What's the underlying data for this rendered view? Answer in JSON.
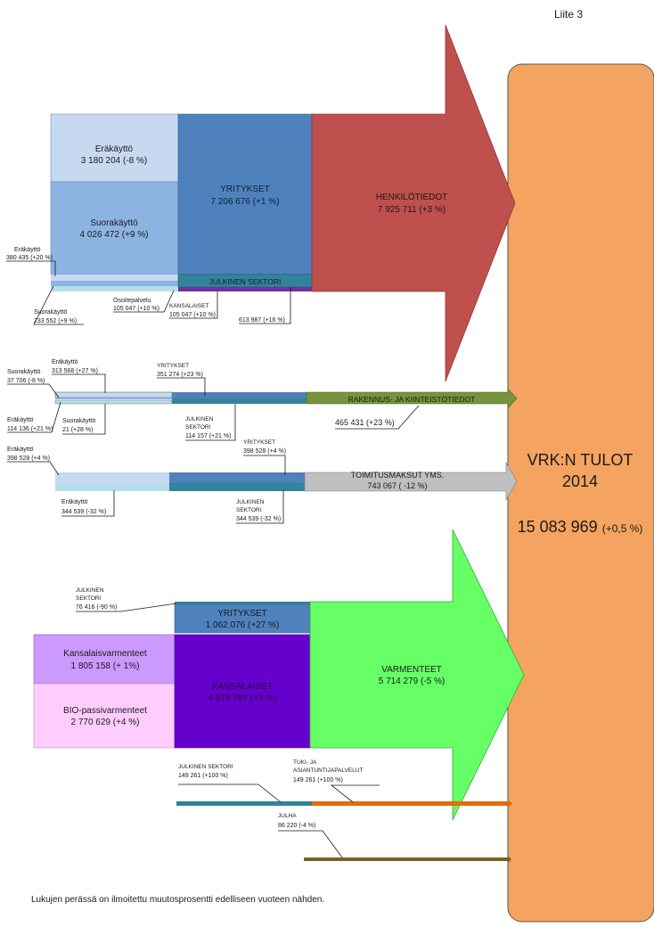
{
  "page_label": "Liite 3",
  "total": {
    "title_line1": "VRK:N TULOT",
    "title_line2": "2014",
    "value": "15 083 969",
    "change": "(+0,5 %)"
  },
  "footnote": "Lukujen perässä on ilmoitettu muutosprosentti edelliseen vuoteen nähden.",
  "henkilotiedot": {
    "erakaytto_name": "Eräkäyttö",
    "erakaytto_value": "3 180 204 (-8 %)",
    "suorakaytto_name": "Suorakäyttö",
    "suorakaytto_value": "4 026 472 (+9 %)",
    "yritykset_name": "YRITYKSET",
    "yritykset_value": "7 206 676 (+1 %)",
    "julkinen_label": "JULKINEN SEKTORI",
    "arrow_name": "HENKILÖTIEDOT",
    "arrow_value": "7 925 711 (+3 %)",
    "small_erakaytto_name": "Eräkäyttö",
    "small_erakaytto_value": "380 435 (+20 %)",
    "small_suorakaytto_name": "Suorakäyttö",
    "small_suorakaytto_value": "233 552 (+9 %)",
    "osoitepalvelu_name": "Osoitepalvelu",
    "osoitepalvelu_value": "105 047 (+10 %)",
    "kansalaiset_name": "KANSALAISET",
    "kansalaiset_value": "105 047 (+10 %)",
    "julkinen_value": "613 987 (+16 %)"
  },
  "rakennus": {
    "erakaytto_name": "Eräkäyttö",
    "erakaytto_value": "313 568 (+27 %)",
    "suorakaytto_name": "Suorakäyttö",
    "suorakaytto_value": "37 706 (-8 %)",
    "yritykset_name": "YRITYKSET",
    "yritykset_value": "351 274 (+23 %)",
    "erakaytto2_name": "Eräkäyttö",
    "erakaytto2_value": "114 136 (+21 %)",
    "suorakaytto2_name": "Suorakäyttö",
    "suorakaytto2_value": "21 (+28 %)",
    "julkinen_l1": "JULKINEN",
    "julkinen_l2": "SEKTORI",
    "julkinen_value": "114 157 (+21 %)",
    "arrow_name": "RAKENNUS- JA KIINTEISTÖTIEDOT",
    "arrow_value": "465 431 (+23 %)"
  },
  "toimitus": {
    "erakaytto_name": "Eräkäyttö",
    "erakaytto_value": "398 528 (+4 %)",
    "yritykset_name": "YRITYKSET",
    "yritykset_value": "398 528 (+4 %)",
    "arrow_name": "TOIMITUSMAKSUT YMS.",
    "arrow_value": "743 067 ( -12 %)",
    "erakaytto2_name": "Eräkäyttö",
    "erakaytto2_value": "344 539 (-32 %)",
    "julkinen_l1": "JULKINEN",
    "julkinen_l2": "SEKTORI",
    "julkinen_value": "344 539 (-32 %)"
  },
  "varmenteet": {
    "julkinen_l1": "JULKINEN",
    "julkinen_l2": "SEKTORI",
    "julkinen_value": "76 416 (-90 %)",
    "yritykset_name": "YRITYKSET",
    "yritykset_value": "1 062 076 (+27 %)",
    "kansalaisvarmenteet_name": "Kansalaisvarmenteet",
    "kansalaisvarmenteet_value": "1 805 158 (+ 1%)",
    "bio_name": "BIO-passivarmenteet",
    "bio_value": "2 770 629 (+4 %)",
    "kansalaiset_name": "KANSALAISET",
    "kansalaiset_value": "4 575 787 (+3 %)",
    "arrow_name": "VARMENTEET",
    "arrow_value": "5 714 279 (-5 %)"
  },
  "tuki": {
    "julkinen_name": "JULKINEN SEKTORI",
    "julkinen_value": "149 261 (+100 %)",
    "tuki_l1": "TUKI- JA",
    "tuki_l2": "ASIANTUNTIJAPALVELUT",
    "tuki_value": "149 261 (+100 %)"
  },
  "julha": {
    "name": "JULHA",
    "value": "86 220 (-4 %)"
  },
  "colors": {
    "total_box": "#f4a460",
    "henkilo_arrow": "#c0504d",
    "rakennus_arrow": "#77933c",
    "toimitus_arrow": "#bfbfbf",
    "varmenteet_arrow": "#66ff66",
    "yritykset_block": "#4f81bd",
    "erakaytto_block": "#c6d9f1",
    "suorakaytto_block": "#8db3e2",
    "julkinen_bar": "#31849b",
    "kansalaiset_block": "#6600cc",
    "kansalaisvarm_block": "#cc99ff",
    "bio_block": "#ffccff",
    "tuki_line": "#e46c0a",
    "julha_line": "#7f5f1f"
  }
}
